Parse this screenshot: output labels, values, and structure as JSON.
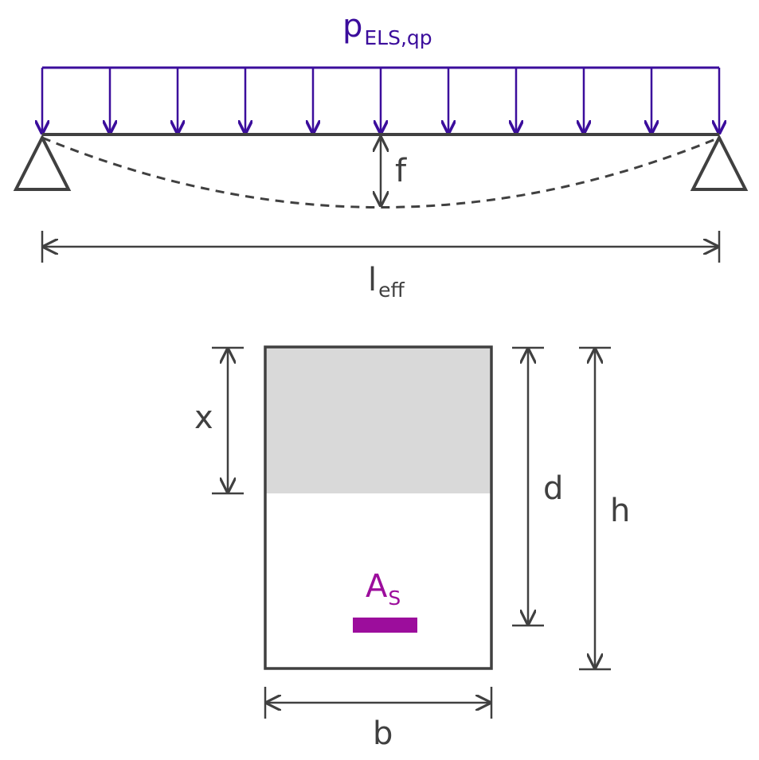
{
  "colors": {
    "load": "#3b0d9c",
    "structure": "#404040",
    "steel": "#9c0d9c",
    "compression_zone": "#d9d9d9",
    "background": "#ffffff"
  },
  "beam": {
    "load_label": {
      "main": "p",
      "sub": "ELS,qp"
    },
    "load_arrow_count": 11,
    "deflection_label": "f",
    "span_label": {
      "main": "l",
      "sub": "eff"
    }
  },
  "section": {
    "compression_depth_label": "x",
    "effective_depth_label": "d",
    "height_label": "h",
    "width_label": "b",
    "steel_label": {
      "main": "A",
      "sub": "S"
    }
  }
}
